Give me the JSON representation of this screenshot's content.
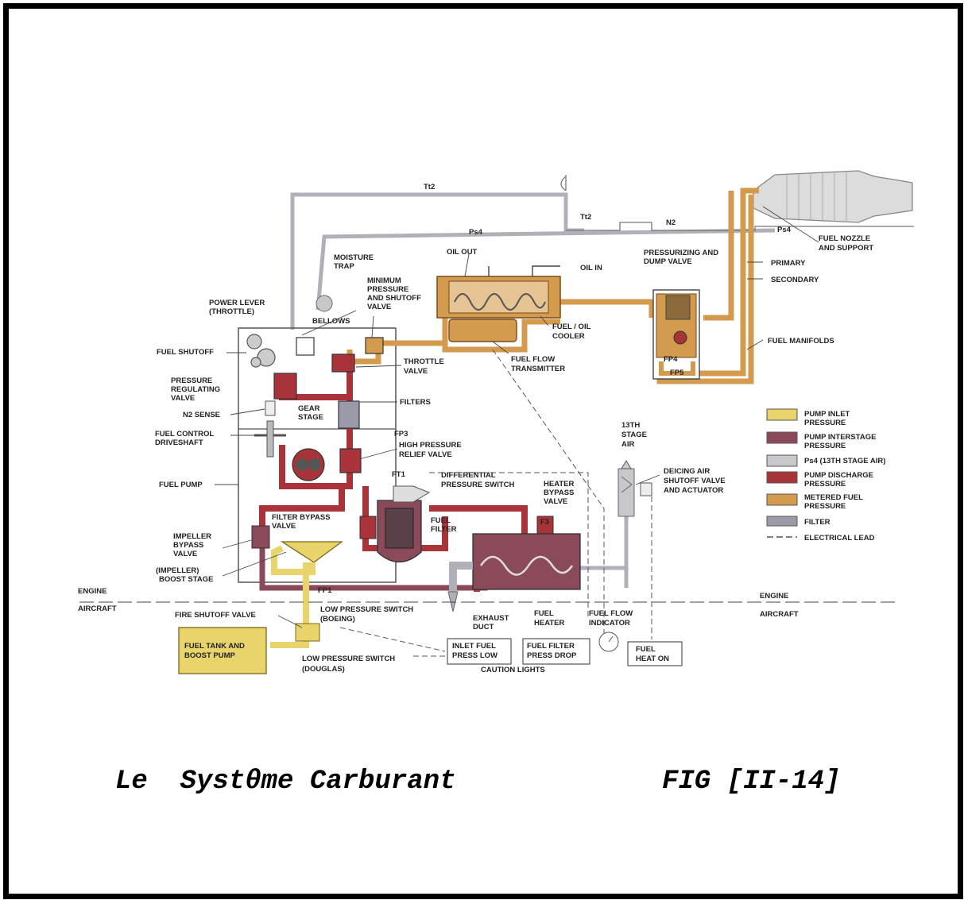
{
  "caption": {
    "title": "Le  Systθme Carburant",
    "fig": "FIG [II-14]"
  },
  "colors": {
    "pump_inlet": "#e8d46a",
    "pump_interstage": "#8a4a5a",
    "ps4_air": "#c8c8cc",
    "pump_discharge": "#a8343a",
    "metered_fuel": "#d49a4e",
    "filter": "#9a9aa8"
  },
  "labels": {
    "tt2_top": "Tt2",
    "tt2": "Tt2",
    "n2": "N2",
    "ps4_top": "Ps4",
    "ps4_right": "Ps4",
    "fuel_nozzle_1": "FUEL NOZZLE",
    "fuel_nozzle_2": "AND SUPPORT",
    "primary": "PRIMARY",
    "secondary": "SECONDARY",
    "fuel_manifolds": "FUEL MANIFOLDS",
    "press_dump_1": "PRESSURIZING AND",
    "press_dump_2": "DUMP VALVE",
    "fp4": "FP4",
    "fp5": "FP5",
    "oil_out": "OIL OUT",
    "oil_in": "OIL IN",
    "moisture_1": "MOISTURE",
    "moisture_2": "TRAP",
    "min_press_1": "MINIMUM",
    "min_press_2": "PRESSURE",
    "min_press_3": "AND SHUTOFF",
    "min_press_4": "VALVE",
    "fuel_oil_1": "FUEL / OIL",
    "fuel_oil_2": "COOLER",
    "ffx_1": "FUEL FLOW",
    "ffx_2": "TRANSMITTER",
    "power_lever_1": "POWER LEVER",
    "power_lever_2": "(THROTTLE)",
    "bellows": "BELLOWS",
    "fuel_shutoff": "FUEL SHUTOFF",
    "throttle_1": "THROTTLE",
    "throttle_2": "VALVE",
    "prv_1": "PRESSURE",
    "prv_2": "REGULATING",
    "prv_3": "VALVE",
    "gear_1": "GEAR",
    "gear_2": "STAGE",
    "filters": "FILTERS",
    "n2_sense": "N2 SENSE",
    "fcd_1": "FUEL CONTROL",
    "fcd_2": "DRIVESHAFT",
    "fp3": "FP3",
    "hprv_1": "HIGH PRESSURE",
    "hprv_2": "RELIEF VALVE",
    "fuel_pump": "FUEL PUMP",
    "ft1": "FT1",
    "dps_1": "DIFFERENTIAL",
    "dps_2": "PRESSURE SWITCH",
    "hbv_1": "HEATER",
    "hbv_2": "BYPASS",
    "hbv_3": "VALVE",
    "fbv_1": "FILTER BYPASS",
    "fbv_2": "VALVE",
    "fuel_filter_1": "FUEL",
    "fuel_filter_2": "FILTER",
    "f3": "F3",
    "ibv_1": "IMPELLER",
    "ibv_2": "BYPASS",
    "ibv_3": "VALVE",
    "ibs_1": "(IMPELLER)",
    "ibs_2": "BOOST STAGE",
    "stage13_1": "13TH",
    "stage13_2": "STAGE",
    "stage13_3": "AIR",
    "deicing_1": "DEICING AIR",
    "deicing_2": "SHUTOFF VALVE",
    "deicing_3": "AND ACTUATOR",
    "engine_l": "ENGINE",
    "aircraft_l": "AIRCRAFT",
    "engine_r": "ENGINE",
    "aircraft_r": "AIRCRAFT",
    "fp1": "FP1",
    "fire_shutoff": "FIRE SHUTOFF VALVE",
    "lps_boeing_1": "LOW PRESSURE SWITCH",
    "lps_boeing_2": "(BOEING)",
    "exhaust_1": "EXHAUST",
    "exhaust_2": "DUCT",
    "fuel_heater_1": "FUEL",
    "fuel_heater_2": "HEATER",
    "ffi_1": "FUEL FLOW",
    "ffi_2": "INDICATOR",
    "tank_1": "FUEL TANK AND",
    "tank_2": "BOOST PUMP",
    "lps_douglas_1": "LOW PRESSURE SWITCH",
    "lps_douglas_2": "(DOUGLAS)",
    "inlet_fuel_1": "INLET FUEL",
    "inlet_fuel_2": "PRESS LOW",
    "filter_drop_1": "FUEL FILTER",
    "filter_drop_2": "PRESS DROP",
    "fuel_heat_1": "FUEL",
    "fuel_heat_2": "HEAT ON",
    "caution_lights": "CAUTION LIGHTS"
  },
  "legend": [
    {
      "line1": "PUMP INLET",
      "line2": "PRESSURE",
      "color": "#e8d46a"
    },
    {
      "line1": "PUMP INTERSTAGE",
      "line2": "PRESSURE",
      "color": "#8a4a5a"
    },
    {
      "line1": "Ps4 (13TH STAGE AIR)",
      "line2": "",
      "color": "#c8c8cc"
    },
    {
      "line1": "PUMP DISCHARGE",
      "line2": "PRESSURE",
      "color": "#a8343a"
    },
    {
      "line1": "METERED FUEL",
      "line2": "PRESSURE",
      "color": "#d49a4e"
    },
    {
      "line1": "FILTER",
      "line2": "",
      "color": "#9a9aa8"
    },
    {
      "line1": "ELECTRICAL LEAD",
      "line2": "",
      "color": ""
    }
  ]
}
